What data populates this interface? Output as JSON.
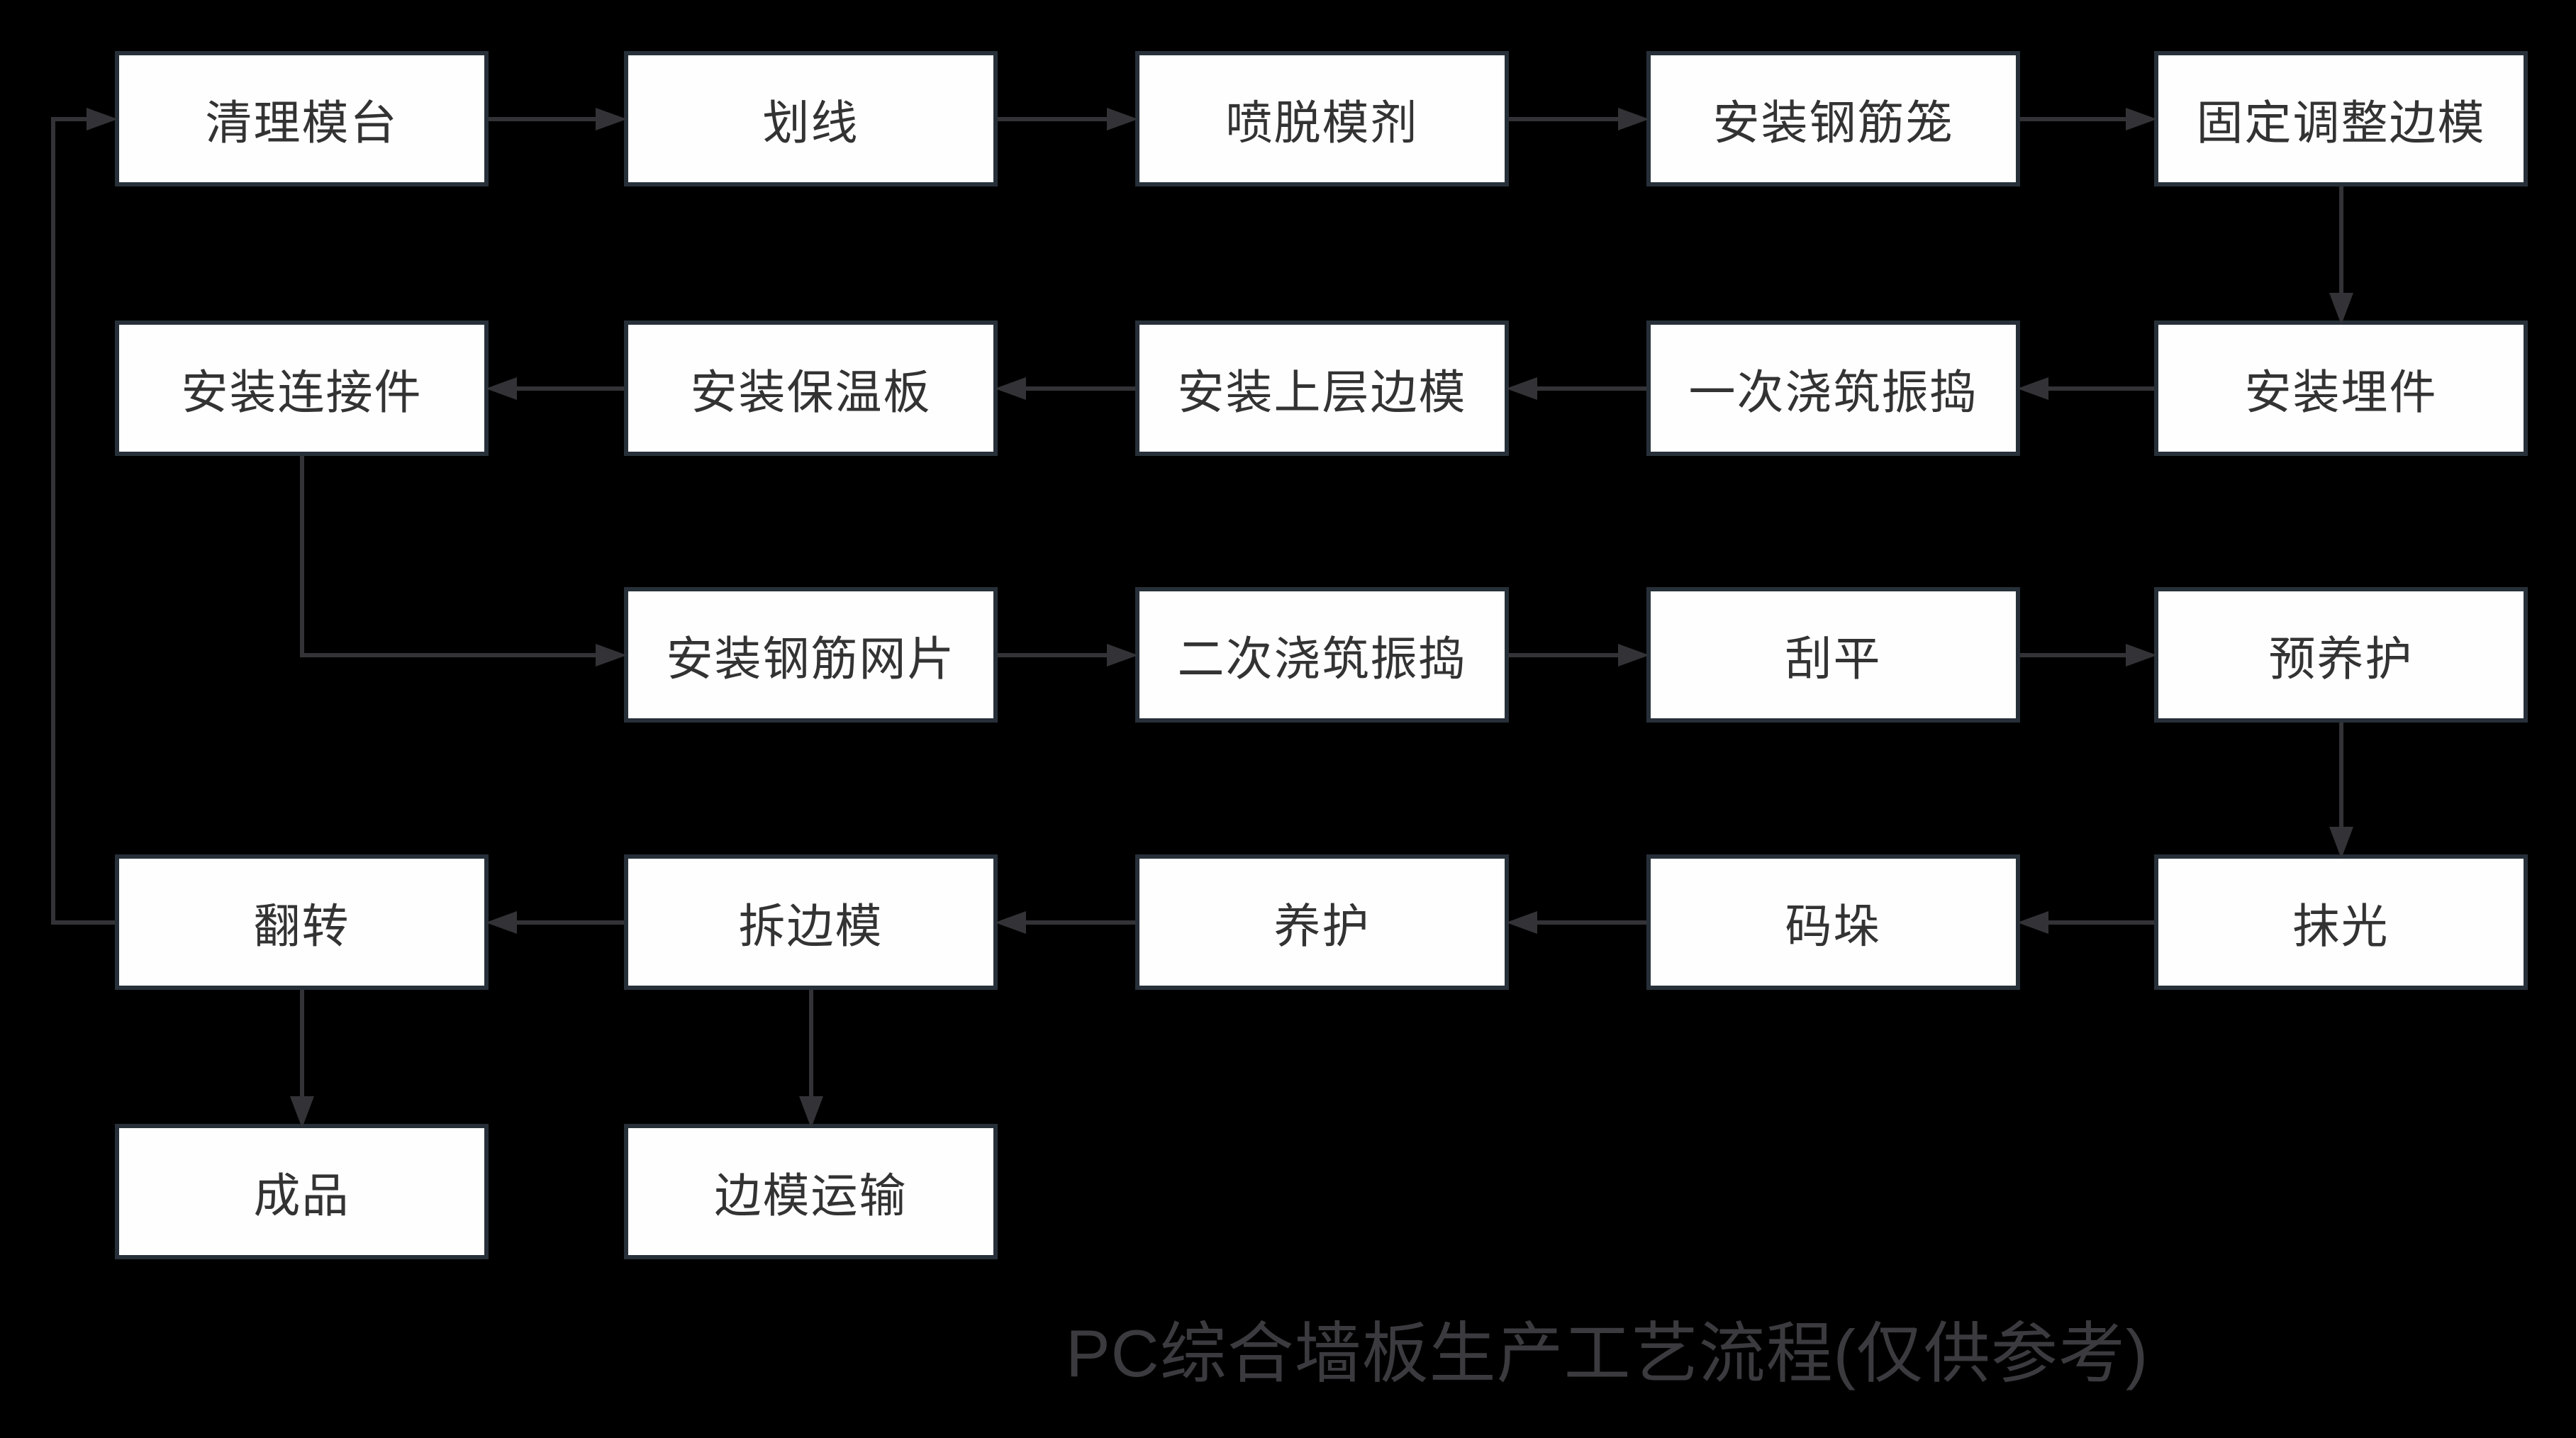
{
  "diagram": {
    "title": "PC综合墙板生产工艺流程(仅供参考)",
    "colors": {
      "background": "#000000",
      "node_fill": "#fefefe",
      "node_border": "#273039",
      "node_text": "#333333",
      "arrow": "#333337",
      "title_text": "#3b3b3f"
    },
    "nodes": [
      {
        "id": "qlmt",
        "label": "清理模台",
        "col": 0,
        "row": 0
      },
      {
        "id": "hx",
        "label": "划线",
        "col": 1,
        "row": 0
      },
      {
        "id": "ptmj",
        "label": "喷脱模剂",
        "col": 2,
        "row": 0
      },
      {
        "id": "azgjl",
        "label": "安装钢筋笼",
        "col": 3,
        "row": 0
      },
      {
        "id": "gdtzbm",
        "label": "固定调整边模",
        "col": 4,
        "row": 0
      },
      {
        "id": "azljj",
        "label": "安装连接件",
        "col": 0,
        "row": 1
      },
      {
        "id": "azbwb",
        "label": "安装保温板",
        "col": 1,
        "row": 1
      },
      {
        "id": "azscbm",
        "label": "安装上层边模",
        "col": 2,
        "row": 1
      },
      {
        "id": "ycjzzd",
        "label": "一次浇筑振捣",
        "col": 3,
        "row": 1
      },
      {
        "id": "azmj",
        "label": "安装埋件",
        "col": 4,
        "row": 1
      },
      {
        "id": "azgjwp",
        "label": "安装钢筋网片",
        "col": 1,
        "row": 2
      },
      {
        "id": "ecjzzd",
        "label": "二次浇筑振捣",
        "col": 2,
        "row": 2
      },
      {
        "id": "gp",
        "label": "刮平",
        "col": 3,
        "row": 2
      },
      {
        "id": "yyh",
        "label": "预养护",
        "col": 4,
        "row": 2
      },
      {
        "id": "fz",
        "label": "翻转",
        "col": 0,
        "row": 3
      },
      {
        "id": "cbm",
        "label": "拆边模",
        "col": 1,
        "row": 3
      },
      {
        "id": "yh",
        "label": "养护",
        "col": 2,
        "row": 3
      },
      {
        "id": "md",
        "label": "码垛",
        "col": 3,
        "row": 3
      },
      {
        "id": "mg",
        "label": "抹光",
        "col": 4,
        "row": 3
      },
      {
        "id": "cp",
        "label": "成品",
        "col": 0,
        "row": 4
      },
      {
        "id": "bmys",
        "label": "边模运输",
        "col": 1,
        "row": 4
      }
    ],
    "edges": [
      {
        "from": "qlmt",
        "to": "hx",
        "type": "h"
      },
      {
        "from": "hx",
        "to": "ptmj",
        "type": "h"
      },
      {
        "from": "ptmj",
        "to": "azgjl",
        "type": "h"
      },
      {
        "from": "azgjl",
        "to": "gdtzbm",
        "type": "h"
      },
      {
        "from": "gdtzbm",
        "to": "azmj",
        "type": "v"
      },
      {
        "from": "azmj",
        "to": "ycjzzd",
        "type": "h"
      },
      {
        "from": "ycjzzd",
        "to": "azscbm",
        "type": "h"
      },
      {
        "from": "azscbm",
        "to": "azbwb",
        "type": "h"
      },
      {
        "from": "azbwb",
        "to": "azljj",
        "type": "h"
      },
      {
        "from": "azljj",
        "to": "azgjwp",
        "type": "elbow"
      },
      {
        "from": "azgjwp",
        "to": "ecjzzd",
        "type": "h"
      },
      {
        "from": "ecjzzd",
        "to": "gp",
        "type": "h"
      },
      {
        "from": "gp",
        "to": "yyh",
        "type": "h"
      },
      {
        "from": "yyh",
        "to": "mg",
        "type": "v"
      },
      {
        "from": "mg",
        "to": "md",
        "type": "h"
      },
      {
        "from": "md",
        "to": "yh",
        "type": "h"
      },
      {
        "from": "yh",
        "to": "cbm",
        "type": "h"
      },
      {
        "from": "cbm",
        "to": "fz",
        "type": "h"
      },
      {
        "from": "fz",
        "to": "cp",
        "type": "v"
      },
      {
        "from": "cbm",
        "to": "bmys",
        "type": "v"
      },
      {
        "from": "fz",
        "to": "qlmt",
        "type": "loop"
      }
    ]
  }
}
